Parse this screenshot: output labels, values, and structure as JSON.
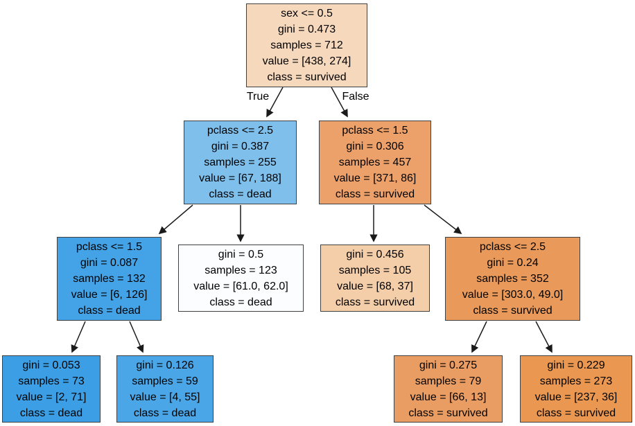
{
  "colors": {
    "background": "#ffffff",
    "node_border": "#3f3f3f",
    "edge": "#1a1a1a",
    "text": "#000000"
  },
  "edge_labels": {
    "left": "True",
    "right": "False"
  },
  "tree": {
    "nodes": [
      {
        "id": "root",
        "condition": "sex <= 0.5",
        "gini": "gini = 0.473",
        "samples": "samples = 712",
        "value": "value = [438, 274]",
        "class": "class = survived",
        "fill": "#f6d8bd"
      },
      {
        "id": "true-branch",
        "condition": "pclass <= 2.5",
        "gini": "gini = 0.387",
        "samples": "samples = 255",
        "value": "value = [67, 188]",
        "class": "class = dead",
        "fill": "#7ebfec"
      },
      {
        "id": "false-branch",
        "condition": "pclass <= 1.5",
        "gini": "gini = 0.306",
        "samples": "samples = 457",
        "value": "value = [371, 86]",
        "class": "class = survived",
        "fill": "#eca06a"
      },
      {
        "id": "true-low-pclass",
        "condition": "pclass <= 1.5",
        "gini": "gini = 0.087",
        "samples": "samples = 132",
        "value": "value = [6, 126]",
        "class": "class = dead",
        "fill": "#44a2e6"
      },
      {
        "id": "true-leaf",
        "gini": "gini = 0.5",
        "samples": "samples = 123",
        "value": "value = [61.0, 62.0]",
        "class": "class = dead",
        "fill": "#fbfdfe"
      },
      {
        "id": "false-leaf",
        "gini": "gini = 0.456",
        "samples": "samples = 105",
        "value": "value = [68, 37]",
        "class": "class = survived",
        "fill": "#f4cda9"
      },
      {
        "id": "false-high-pclass",
        "condition": "pclass <= 2.5",
        "gini": "gini = 0.24",
        "samples": "samples = 352",
        "value": "value = [303.0, 49.0]",
        "class": "class = survived",
        "fill": "#e9995a"
      },
      {
        "id": "leaf-1",
        "gini": "gini = 0.053",
        "samples": "samples = 73",
        "value": "value = [2, 71]",
        "class": "class = dead",
        "fill": "#3c9fe5"
      },
      {
        "id": "leaf-2",
        "gini": "gini = 0.126",
        "samples": "samples = 59",
        "value": "value = [4, 55]",
        "class": "class = dead",
        "fill": "#4ba6e7"
      },
      {
        "id": "leaf-3",
        "gini": "gini = 0.275",
        "samples": "samples = 79",
        "value": "value = [66, 13]",
        "class": "class = survived",
        "fill": "#ea9d62"
      },
      {
        "id": "leaf-4",
        "gini": "gini = 0.229",
        "samples": "samples = 273",
        "value": "value = [237, 36]",
        "class": "class = survived",
        "fill": "#e99751"
      }
    ],
    "edges": [
      {
        "from": "root",
        "to": "true-branch",
        "label": "True"
      },
      {
        "from": "root",
        "to": "false-branch",
        "label": "False"
      },
      {
        "from": "true-branch",
        "to": "true-low-pclass"
      },
      {
        "from": "true-branch",
        "to": "true-leaf"
      },
      {
        "from": "false-branch",
        "to": "false-leaf"
      },
      {
        "from": "false-branch",
        "to": "false-high-pclass"
      },
      {
        "from": "true-low-pclass",
        "to": "leaf-1"
      },
      {
        "from": "true-low-pclass",
        "to": "leaf-2"
      },
      {
        "from": "false-high-pclass",
        "to": "leaf-3"
      },
      {
        "from": "false-high-pclass",
        "to": "leaf-4"
      }
    ]
  }
}
